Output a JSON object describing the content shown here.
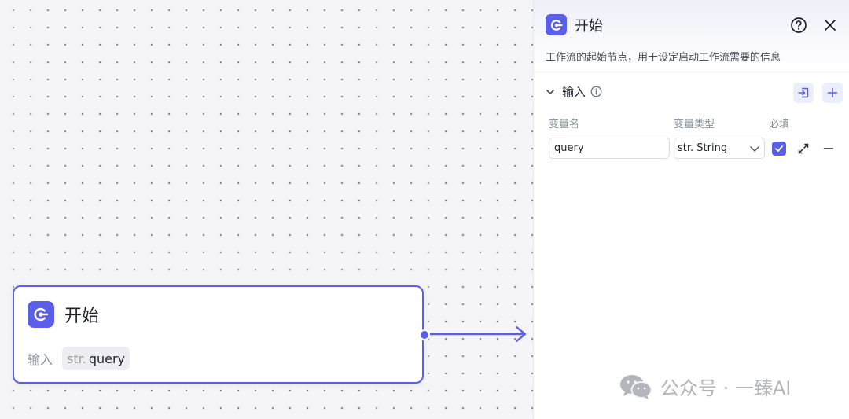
{
  "node": {
    "title": "开始",
    "input_label": "输入",
    "variable": {
      "type_prefix": "str.",
      "name": "query"
    }
  },
  "panel": {
    "title": "开始",
    "description": "工作流的起始节点，用于设定启动工作流需要的信息",
    "section": {
      "title": "输入"
    },
    "columns": {
      "name": "变量名",
      "type": "变量类型",
      "required": "必填"
    },
    "rows": [
      {
        "name": "query",
        "type": "str. String",
        "required": true
      }
    ]
  },
  "watermark": {
    "text": "公众号 · 一臻AI"
  },
  "colors": {
    "accent": "#5b5fe8",
    "edge": "#5b5fe8",
    "muted_text": "#8a8f99"
  },
  "icons": {
    "node_icon": "start-node-icon",
    "help": "help-circle-icon",
    "close": "close-icon",
    "collapse": "chevron-down-icon",
    "info": "info-icon",
    "import": "import-icon",
    "add": "plus-icon",
    "expand": "expand-icon",
    "remove": "minus-icon",
    "watermark": "wechat-icon"
  }
}
